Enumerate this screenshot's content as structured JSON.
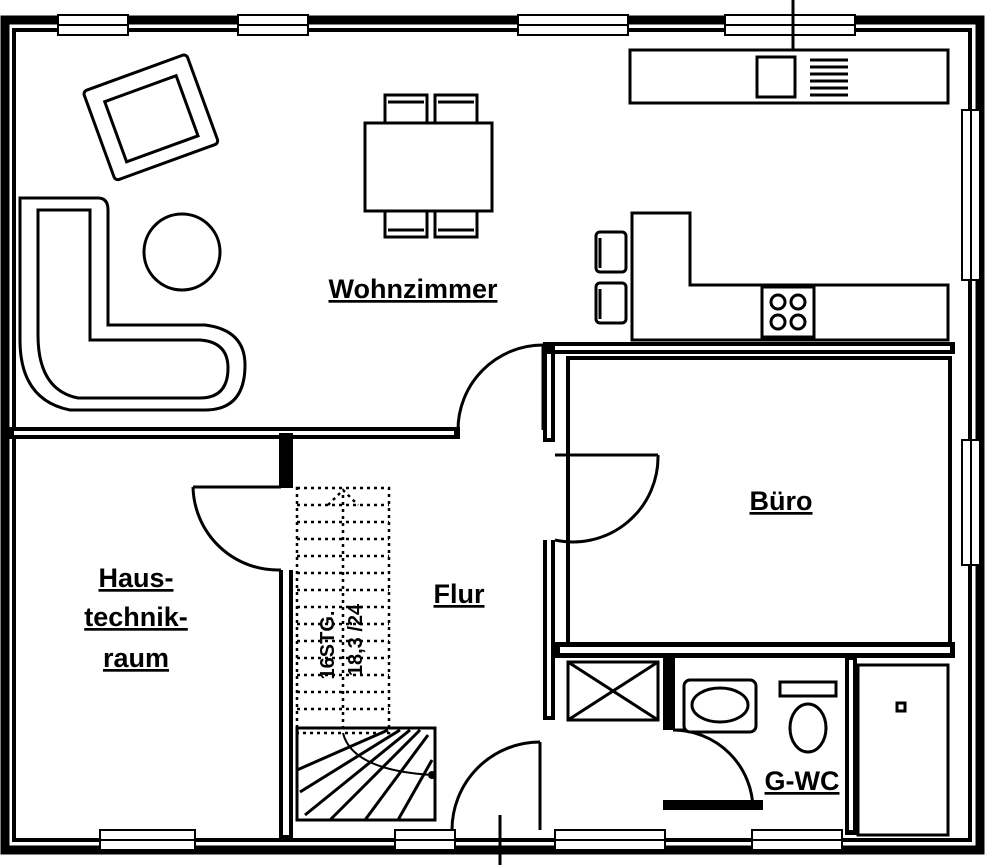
{
  "rooms": {
    "wohnzimmer": "Wohnzimmer",
    "buero": "Büro",
    "flur": "Flur",
    "haustechnik_1": "Haus-",
    "haustechnik_2": "technik-",
    "haustechnik_3": "raum",
    "gwc": "G-WC"
  },
  "stairs": {
    "line1": "16STG.",
    "line2": "18,3 /24"
  },
  "icons": [
    "armchair-icon",
    "sofa-icon",
    "round-table-icon",
    "dining-table-icon",
    "chair-icon",
    "bar-stool-icon",
    "sink-icon",
    "cooktop-icon",
    "toilet-icon",
    "washbasin-icon",
    "shower-icon",
    "door-swing-icon",
    "stair-arrow-icon",
    "entrance-arrow-icon",
    "shaft-icon"
  ]
}
